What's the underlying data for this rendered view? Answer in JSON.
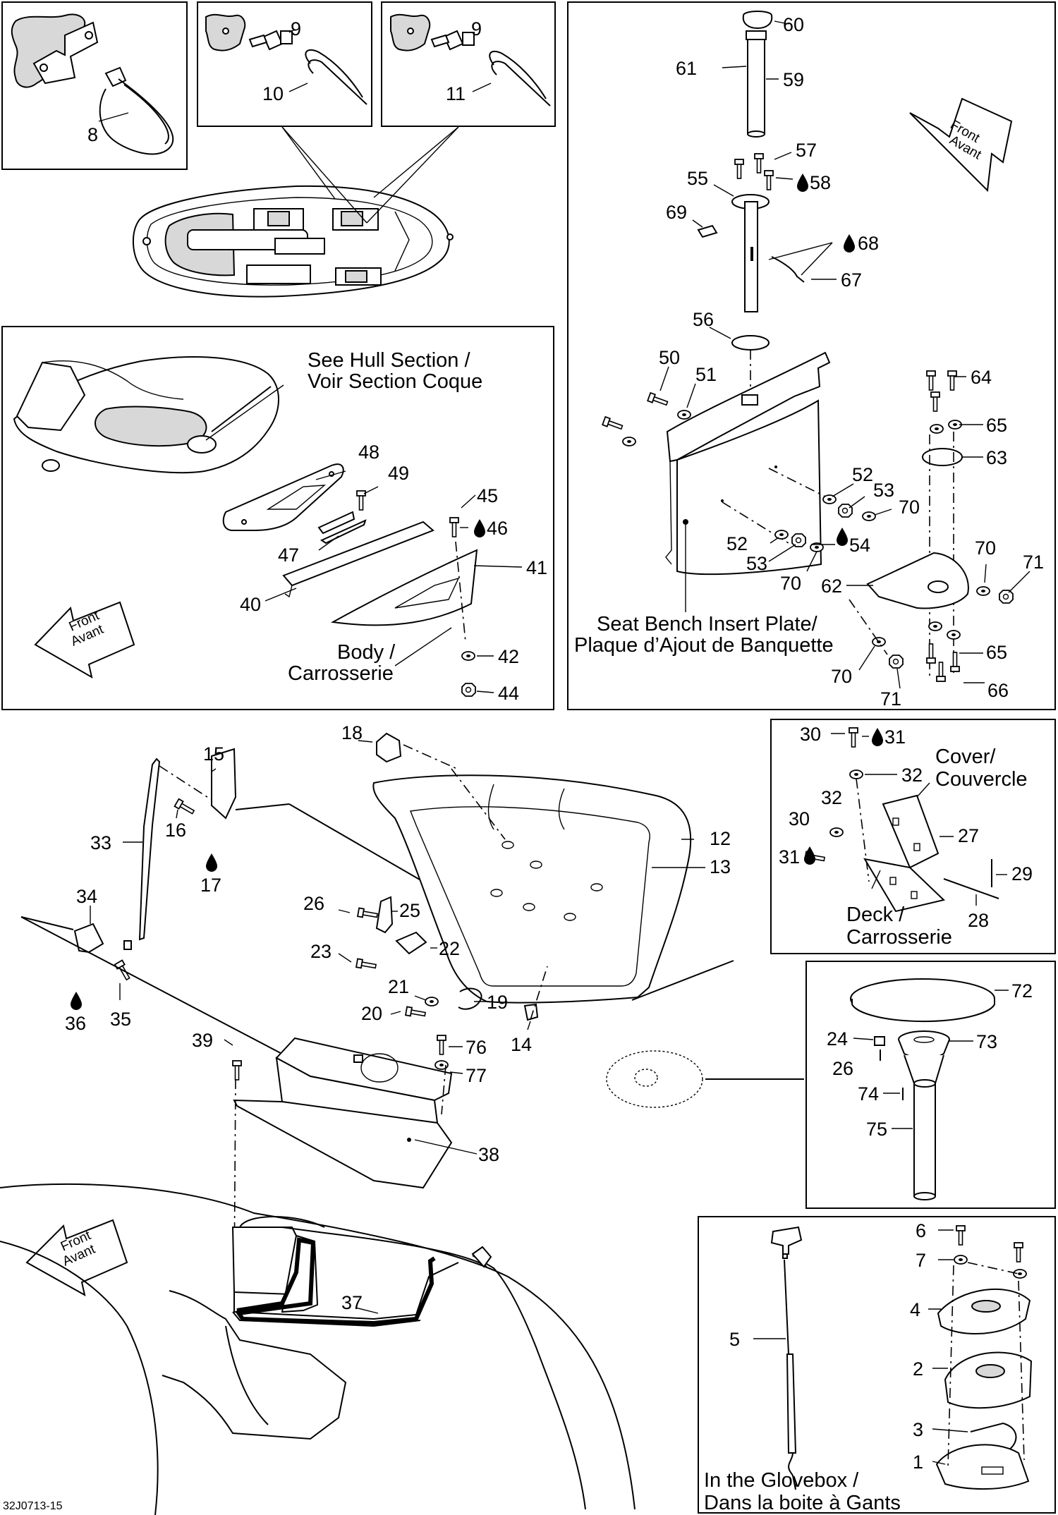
{
  "labels": {
    "hull_section": "See Hull Section /",
    "hull_section_fr": "Voir Section Coque",
    "body": "Body /",
    "body_fr": "Carrosserie",
    "seat_bench": "Seat Bench Insert Plate/",
    "seat_bench_fr": "Plaque d’Ajout de Banquette",
    "cover": "Cover/",
    "cover_fr": "Couvercle",
    "deck": "Deck /",
    "deck_fr": "Carrosserie",
    "glovebox": "In the Glovebox /",
    "glovebox_fr": "Dans la boite à Gants",
    "front": "Front",
    "front_fr": "Avant",
    "figure_code": "32J0713-15"
  },
  "callouts": {
    "c1": "1",
    "c2": "2",
    "c3": "3",
    "c4": "4",
    "c5": "5",
    "c6": "6",
    "c7": "7",
    "c8": "8",
    "c9a": "9",
    "c9b": "9",
    "c10": "10",
    "c11": "11",
    "c12": "12",
    "c13": "13",
    "c14": "14",
    "c15": "15",
    "c16": "16",
    "c17": "17",
    "c18": "18",
    "c19": "19",
    "c20": "20",
    "c21": "21",
    "c22": "22",
    "c23": "23",
    "c24": "24",
    "c25": "25",
    "c26a": "26",
    "c26b": "26",
    "c27": "27",
    "c28": "28",
    "c29": "29",
    "c30a": "30",
    "c30b": "30",
    "c31a": "31",
    "c31b": "31",
    "c32a": "32",
    "c32b": "32",
    "c33": "33",
    "c34": "34",
    "c35": "35",
    "c36": "36",
    "c37": "37",
    "c38": "38",
    "c39": "39",
    "c40": "40",
    "c41": "41",
    "c42": "42",
    "c44": "44",
    "c45": "45",
    "c46": "46",
    "c47": "47",
    "c48": "48",
    "c49": "49",
    "c50": "50",
    "c51": "51",
    "c52a": "52",
    "c52b": "52",
    "c53a": "53",
    "c53b": "53",
    "c54": "54",
    "c55": "55",
    "c56": "56",
    "c57": "57",
    "c58": "58",
    "c59": "59",
    "c60": "60",
    "c61": "61",
    "c62": "62",
    "c63": "63",
    "c64": "64",
    "c65a": "65",
    "c65b": "65",
    "c66": "66",
    "c67": "67",
    "c68": "68",
    "c69": "69",
    "c70a": "70",
    "c70b": "70",
    "c70c": "70",
    "c70d": "70",
    "c71a": "71",
    "c71b": "71",
    "c72": "72",
    "c73": "73",
    "c74": "74",
    "c75": "75",
    "c76": "76",
    "c77": "77"
  }
}
